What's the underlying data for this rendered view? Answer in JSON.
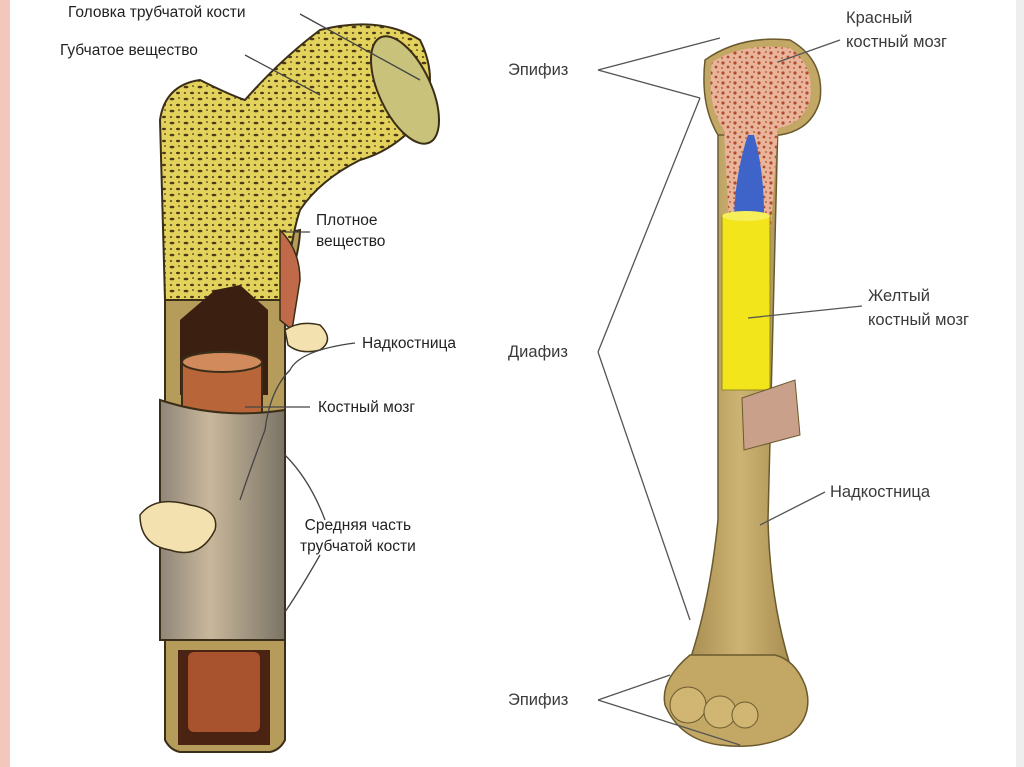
{
  "left_figure": {
    "labels": {
      "head": "Головка трубчатой кости",
      "spongy": "Губчатое вещество",
      "compact_1": "Плотное",
      "compact_2": "вещество",
      "periosteum": "Надкостница",
      "marrow": "Костный мозг",
      "middle_1": "Средняя часть",
      "middle_2": "трубчатой кости"
    }
  },
  "right_figure": {
    "labels": {
      "epiphysis_top": "Эпифиз",
      "diaphysis": "Диафиз",
      "epiphysis_bottom": "Эпифиз",
      "red_marrow_1": "Красный",
      "red_marrow_2": "костный мозг",
      "yellow_marrow_1": "Желтый",
      "yellow_marrow_2": "костный мозг",
      "periosteum": "Надкостница"
    }
  },
  "colors": {
    "spongy_bone": "#e3d25c",
    "compact_bone": "#c9c27a",
    "bone_shaft": "#c2a765",
    "yellow_marrow": "#f2e51c",
    "red_marrow": "#c9735a",
    "cavity_blue": "#3e63c9",
    "periosteum": "#c9a08a",
    "leader_line": "#555555"
  }
}
